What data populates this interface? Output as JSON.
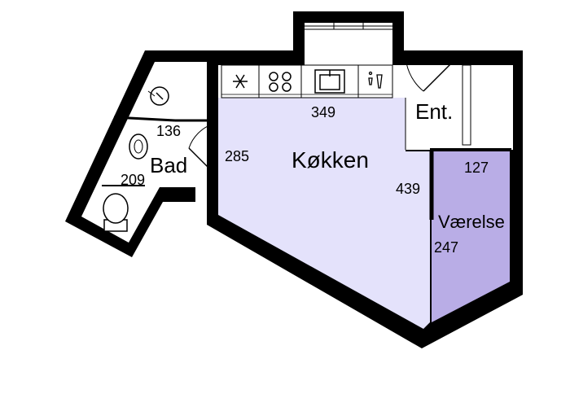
{
  "colors": {
    "wall": "#000000",
    "kitchen_fill": "#e4e2fb",
    "room_fill": "#b9ade6",
    "background": "#ffffff",
    "fixture_line": "#000000"
  },
  "rooms": {
    "kitchen": {
      "label": "Køkken",
      "width": "349",
      "depth": "439",
      "side": "285"
    },
    "bathroom": {
      "label": "Bad",
      "width": "136",
      "depth": "209"
    },
    "entrance": {
      "label": "Ent."
    },
    "room": {
      "label": "Værelse",
      "width": "127",
      "depth": "247"
    }
  },
  "fixtures": {
    "kitchen_counter": [
      "fridge-freezer-icon",
      "cooktop-icon",
      "sink-icon",
      "dishwasher-icon"
    ],
    "bathroom": [
      "shower-icon",
      "washbasin-icon",
      "toilet-icon"
    ]
  }
}
